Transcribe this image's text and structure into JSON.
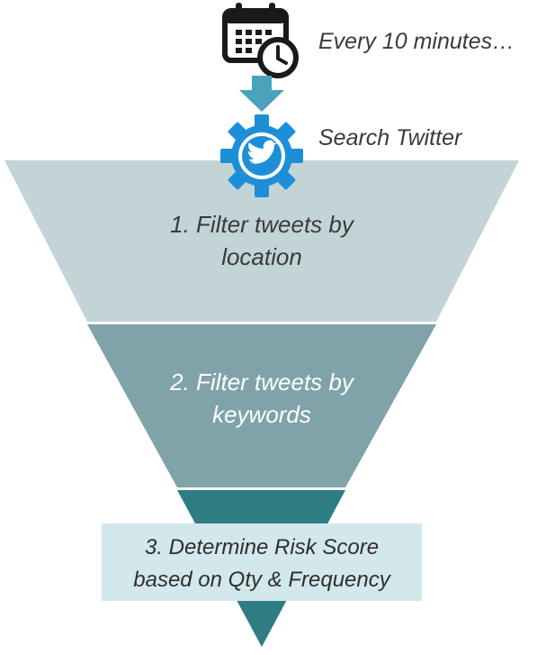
{
  "schedule_text": "Every 10 minutes…",
  "search_text": "Search Twitter",
  "stages": [
    {
      "line1": "1. Filter tweets by",
      "line2": "location"
    },
    {
      "line1": "2. Filter tweets by",
      "line2": "keywords"
    },
    {
      "line1": "3. Determine Risk Score",
      "line2": "based on Qty & Frequency"
    }
  ],
  "icons": {
    "calendar": "calendar-clock-icon",
    "arrow": "arrow-down-icon",
    "twitter": "twitter-gear-icon"
  },
  "colors": {
    "stage1": "#c3d4d7",
    "stage2": "#7fa3a8",
    "stage3": "#2e7c84",
    "callout": "#d2e8ed",
    "twitter_blue": "#1d8fd8",
    "arrow": "#4aa2bc"
  }
}
